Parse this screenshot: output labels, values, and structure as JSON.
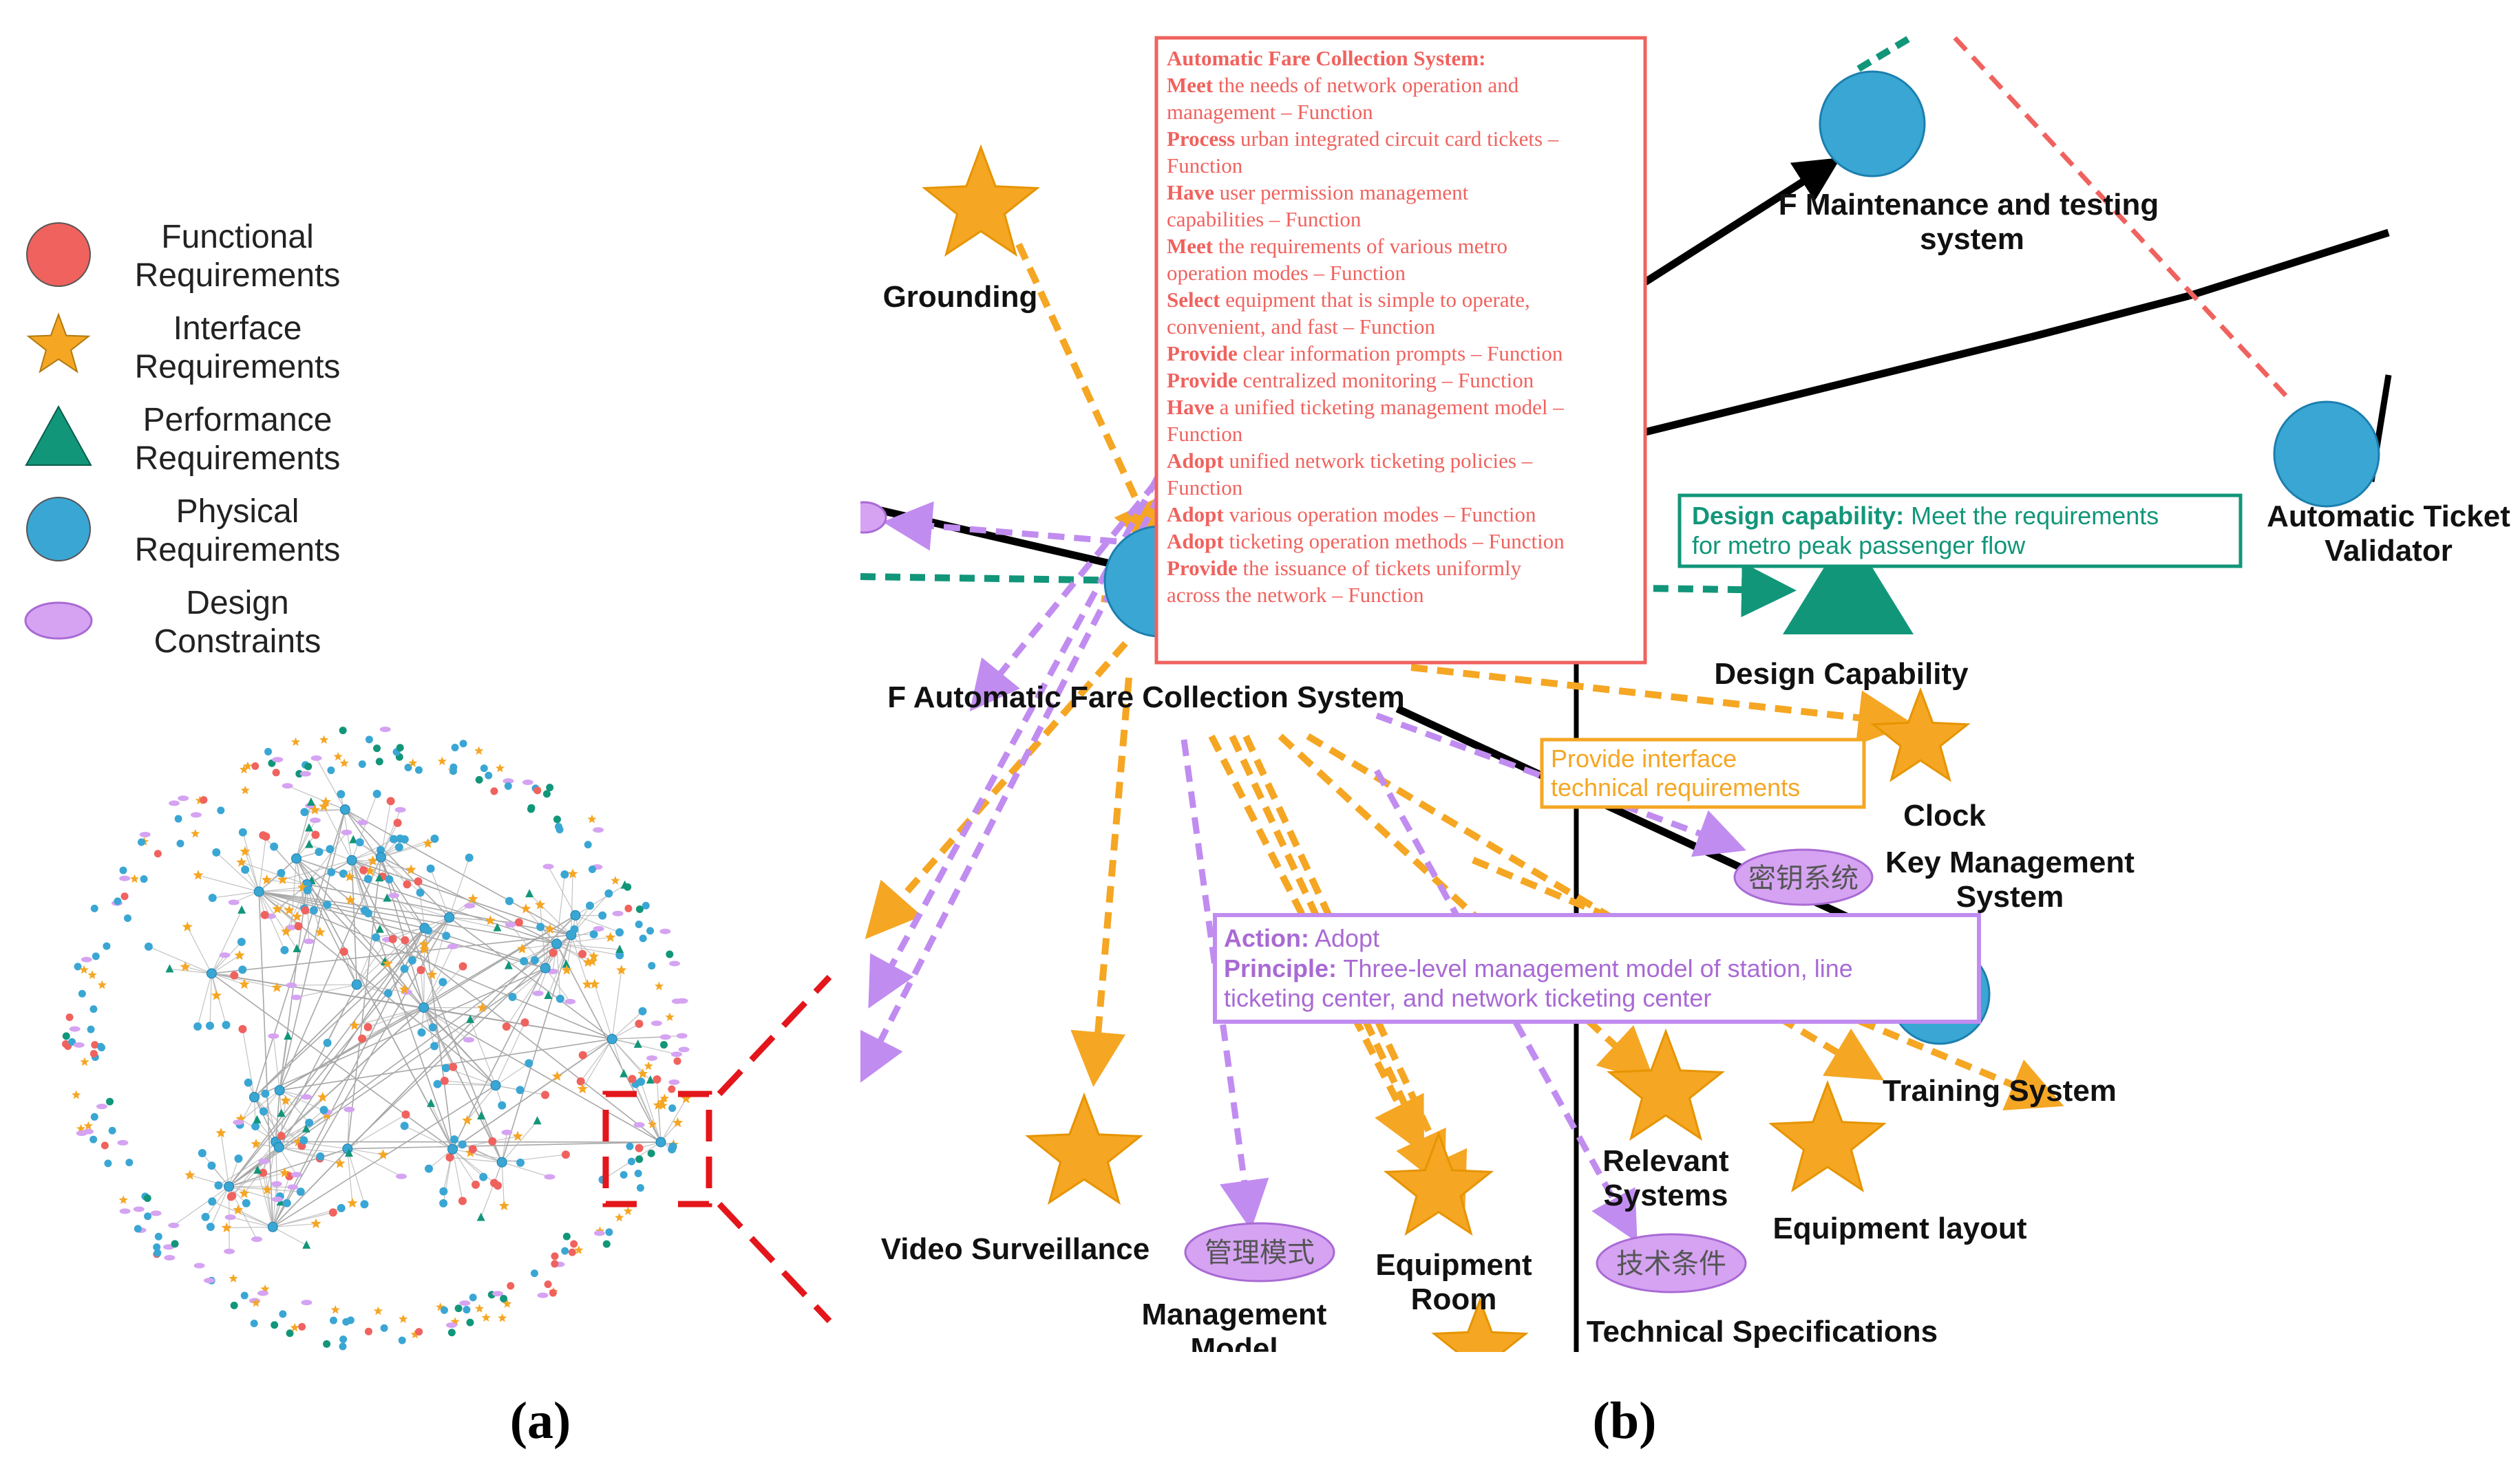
{
  "colors": {
    "functional": "#f0625e",
    "interface": "#f5a623",
    "performance": "#12967a",
    "physical": "#3aa6d4",
    "design": "#d5a3f2",
    "design_stroke": "#a96ad4",
    "edge_black": "#000000",
    "edge_gray": "#9a9a9a",
    "edge_purple": "#c18cf0",
    "edge_green": "#12967a",
    "edge_red": "#f0625e",
    "red_dash": "#e3161b"
  },
  "legend": [
    {
      "shape": "circle",
      "color_key": "functional",
      "line1": "Functional",
      "line2": "Requirements"
    },
    {
      "shape": "star",
      "color_key": "interface",
      "line1": "Interface",
      "line2": "Requirements"
    },
    {
      "shape": "triangle",
      "color_key": "performance",
      "line1": "Performance",
      "line2": "Requirements"
    },
    {
      "shape": "circle",
      "color_key": "physical",
      "line1": "Physical",
      "line2": "Requirements"
    },
    {
      "shape": "ellipse",
      "color_key": "design",
      "line1": "Design",
      "line2": "Constraints"
    }
  ],
  "panel_labels": {
    "a": "(a)",
    "b": "(b)"
  },
  "afc_box": {
    "title": "Automatic Fare Collection System:",
    "items": [
      {
        "verb": "Meet",
        "rest": " the needs of network operation and",
        "cont": "management – Function"
      },
      {
        "verb": "Process",
        "rest": " urban integrated circuit card tickets –",
        "cont": "Function"
      },
      {
        "verb": "Have",
        "rest": " user permission management",
        "cont": "capabilities – Function"
      },
      {
        "verb": "Meet",
        "rest": " the requirements of various metro",
        "cont": "operation modes – Function"
      },
      {
        "verb": "Select",
        "rest": " equipment that is simple to operate,",
        "cont": "convenient, and fast – Function"
      },
      {
        "verb": "Provide",
        "rest": " clear information prompts – Function",
        "cont": ""
      },
      {
        "verb": "Provide",
        "rest": " centralized monitoring – Function",
        "cont": ""
      },
      {
        "verb": "Have",
        "rest": " a unified ticketing management model –",
        "cont": "Function"
      },
      {
        "verb": "Adopt",
        "rest": " unified network ticketing policies –",
        "cont": "Function"
      },
      {
        "verb": "Adopt",
        "rest": " various operation modes – Function",
        "cont": ""
      },
      {
        "verb": "Adopt",
        "rest": " ticketing operation methods – Function",
        "cont": ""
      },
      {
        "verb": "Provide",
        "rest": " the issuance of tickets uniformly",
        "cont": "across the network – Function"
      }
    ]
  },
  "design_capability_box": {
    "bold": "Design capability:",
    "text1": " Meet the requirements",
    "text2": "for metro peak passenger flow"
  },
  "interface_box": {
    "line1": "Provide interface",
    "line2": "technical requirements"
  },
  "action_box": {
    "action_label": "Action:",
    "action_value": " Adopt",
    "principle_label": "Principle:",
    "principle_value": " Three-level management model of station, line",
    "principle_cont": "ticketing center, and network ticketing center"
  },
  "nodes": {
    "grounding": "Grounding",
    "maintenance": [
      "F  Maintenance and testing",
      "system"
    ],
    "atv": [
      "Automatic Ticket",
      "Validator"
    ],
    "afc": "F  Automatic Fare Collection System",
    "design_capability": "Design Capability",
    "clock": "Clock",
    "key_mgmt": [
      "Key Management",
      "System"
    ],
    "key_mgmt_cn": "密钥系统",
    "training": "Training System",
    "video": "Video Surveillance",
    "mgmt_model": [
      "Management",
      "Model"
    ],
    "mgmt_model_cn": "管理模式",
    "equip_room": [
      "Equipment",
      "Room"
    ],
    "relevant": [
      "Relevant",
      "Systems"
    ],
    "equip_layout": "Equipment layout",
    "tech_cn": "技术条件",
    "tech_spec": "Technical Specifications"
  }
}
